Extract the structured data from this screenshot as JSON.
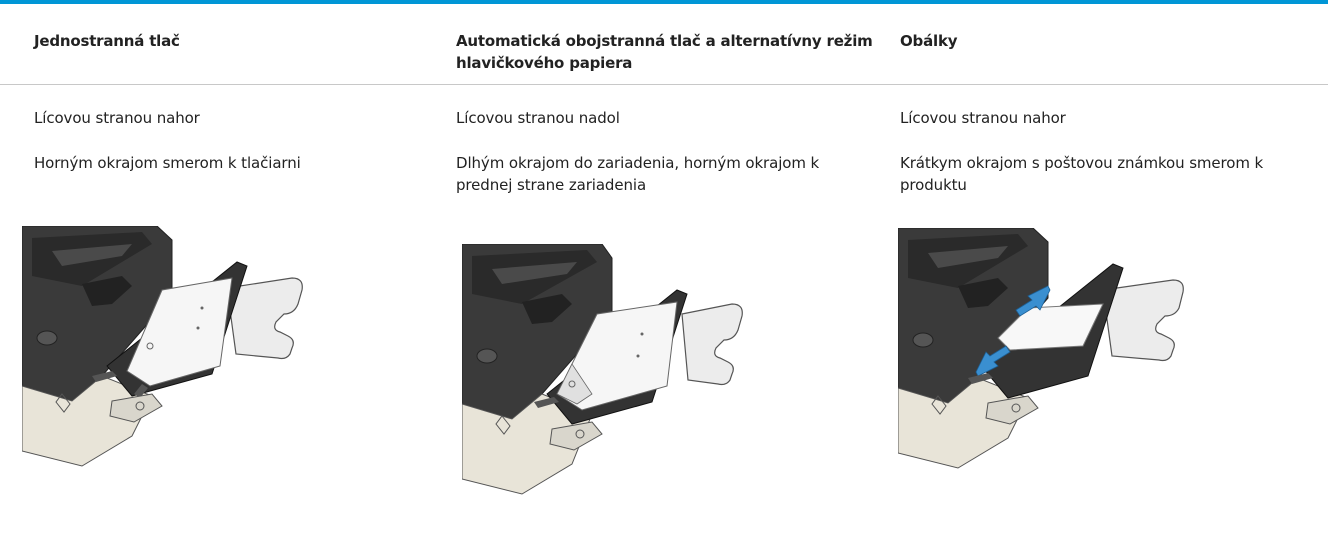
{
  "header": {
    "col1": "Jednostranná tlač",
    "col2": "Automatická obojstranná tlač a alternatívny režim hlavičkového papiera",
    "col3": "Obálky"
  },
  "rows": {
    "orientation": {
      "col1": "Lícovou stranou nahor",
      "col2": "Lícovou stranou nadol",
      "col3": "Lícovou stranou nahor"
    },
    "direction": {
      "col1": "Horným okrajom smerom k tlačiarni",
      "col2": "Dlhým okrajom do zariadenia, horným okrajom k prednej strane zariadenia",
      "col3": "Krátkym okrajom s poštovou známkou smerom k produktu"
    }
  },
  "illustrations": [
    {
      "icon": "printer-tray-single-sided-icon"
    },
    {
      "icon": "printer-tray-duplex-letterhead-icon"
    },
    {
      "icon": "printer-tray-envelope-icon"
    }
  ],
  "colors": {
    "accent_line": "#0096d6",
    "arrow_blue": "#3a8fd0"
  }
}
